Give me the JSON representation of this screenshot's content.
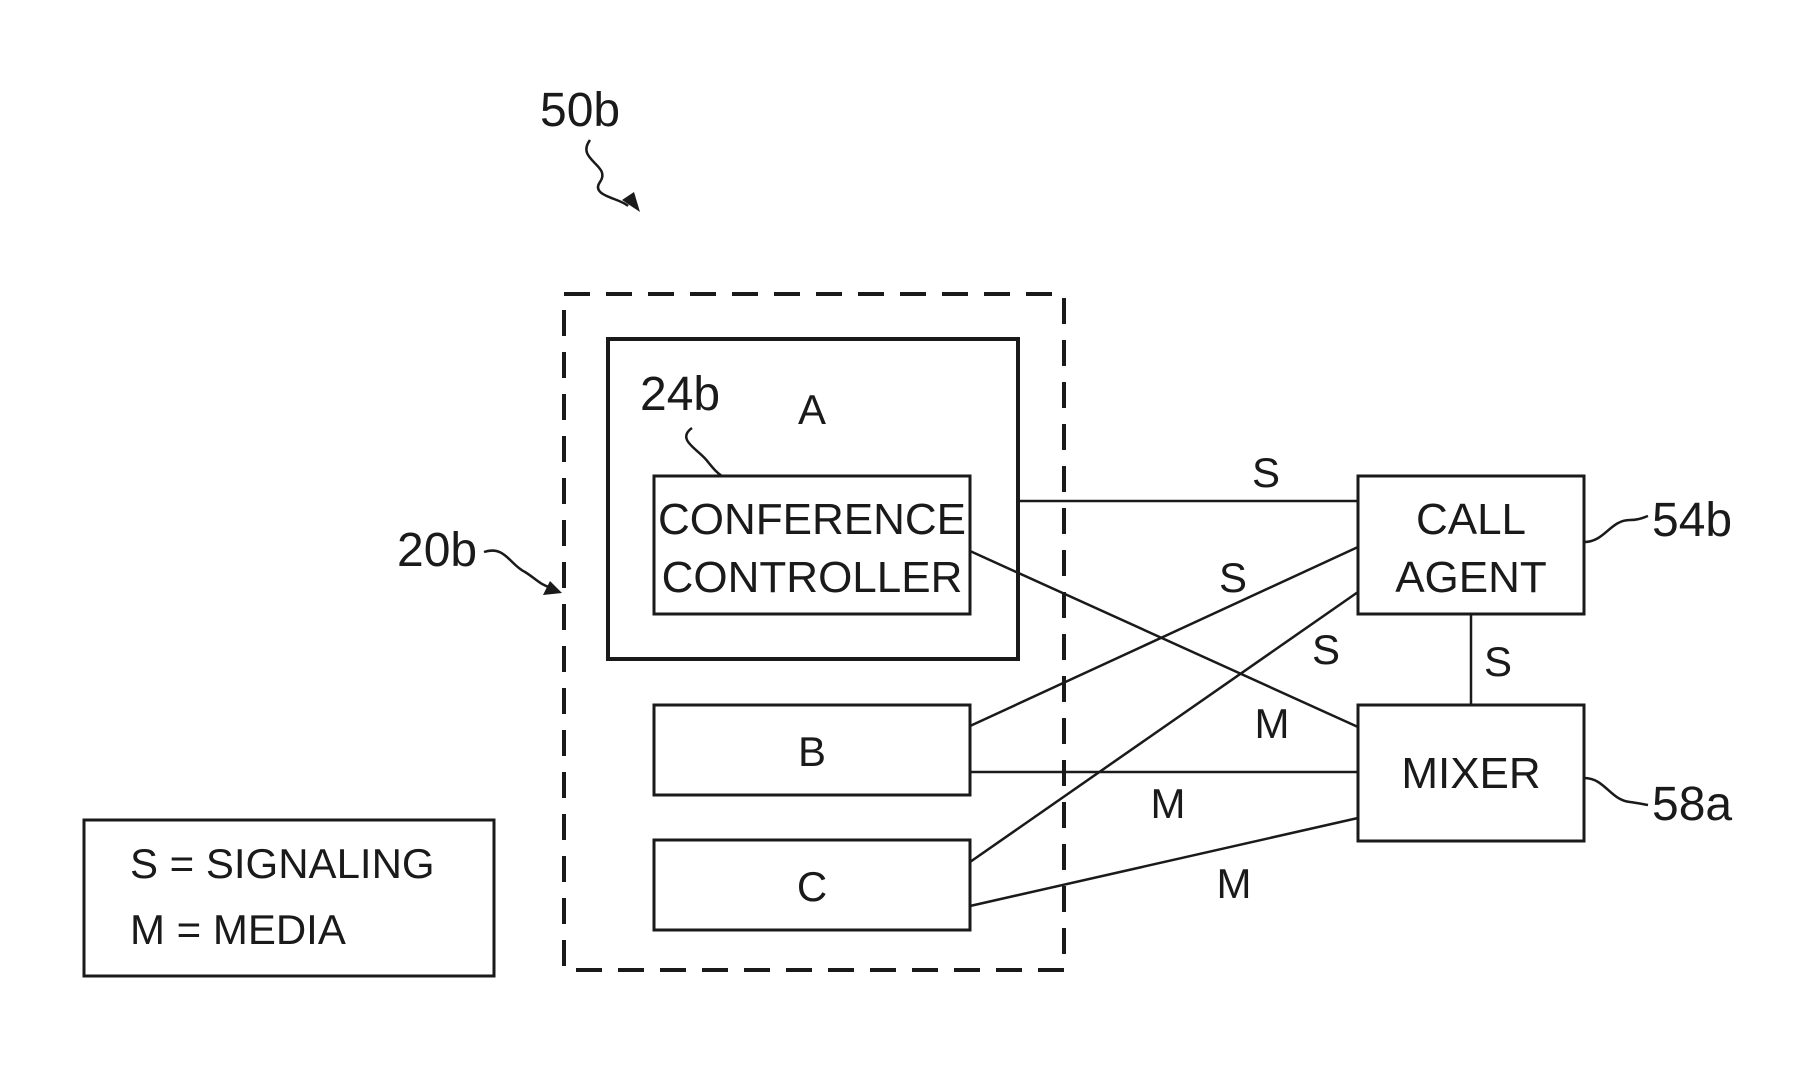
{
  "figure_ref": "50b",
  "system_ref": "20b",
  "controller_ref": "24b",
  "call_agent_ref": "54b",
  "mixer_ref": "58a",
  "endpoints": {
    "a": "A",
    "b": "B",
    "c": "C"
  },
  "conference_controller": {
    "line1": "CONFERENCE",
    "line2": "CONTROLLER"
  },
  "call_agent": {
    "line1": "CALL",
    "line2": "AGENT"
  },
  "mixer": "MIXER",
  "link_labels": {
    "a_to_agent": "S",
    "b_to_agent": "S",
    "c_to_agent": "S",
    "agent_to_mixer": "S",
    "controller_to_mixer": "M",
    "b_to_mixer": "M",
    "c_to_mixer": "M"
  },
  "legend": {
    "line1": "S = SIGNALING",
    "line2": "M = MEDIA"
  }
}
